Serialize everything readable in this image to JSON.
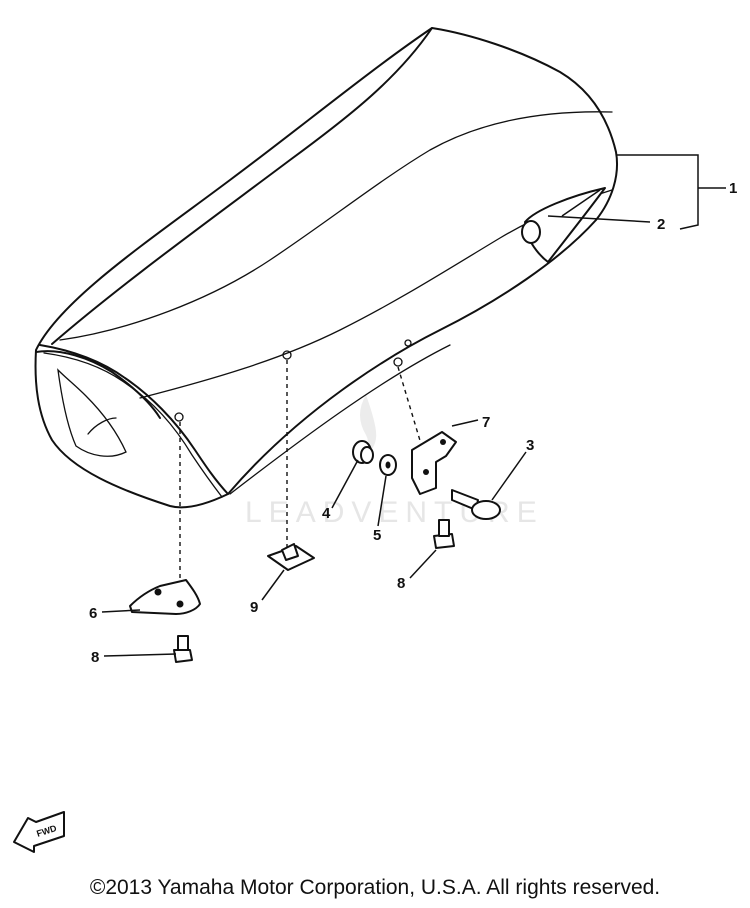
{
  "diagram": {
    "callouts": [
      {
        "id": "part-1",
        "label": "1"
      },
      {
        "id": "part-2",
        "label": "2"
      },
      {
        "id": "part-3",
        "label": "3"
      },
      {
        "id": "part-4",
        "label": "4"
      },
      {
        "id": "part-5",
        "label": "5"
      },
      {
        "id": "part-6",
        "label": "6"
      },
      {
        "id": "part-7",
        "label": "7"
      },
      {
        "id": "part-8a",
        "label": "8"
      },
      {
        "id": "part-8b",
        "label": "8"
      },
      {
        "id": "part-9",
        "label": "9"
      }
    ],
    "watermark": "LEADVENTURE",
    "fwd_arrow_label": "FWD"
  },
  "footer": {
    "copyright": "©2013 Yamaha Motor Corporation, U.S.A. All rights reserved."
  }
}
